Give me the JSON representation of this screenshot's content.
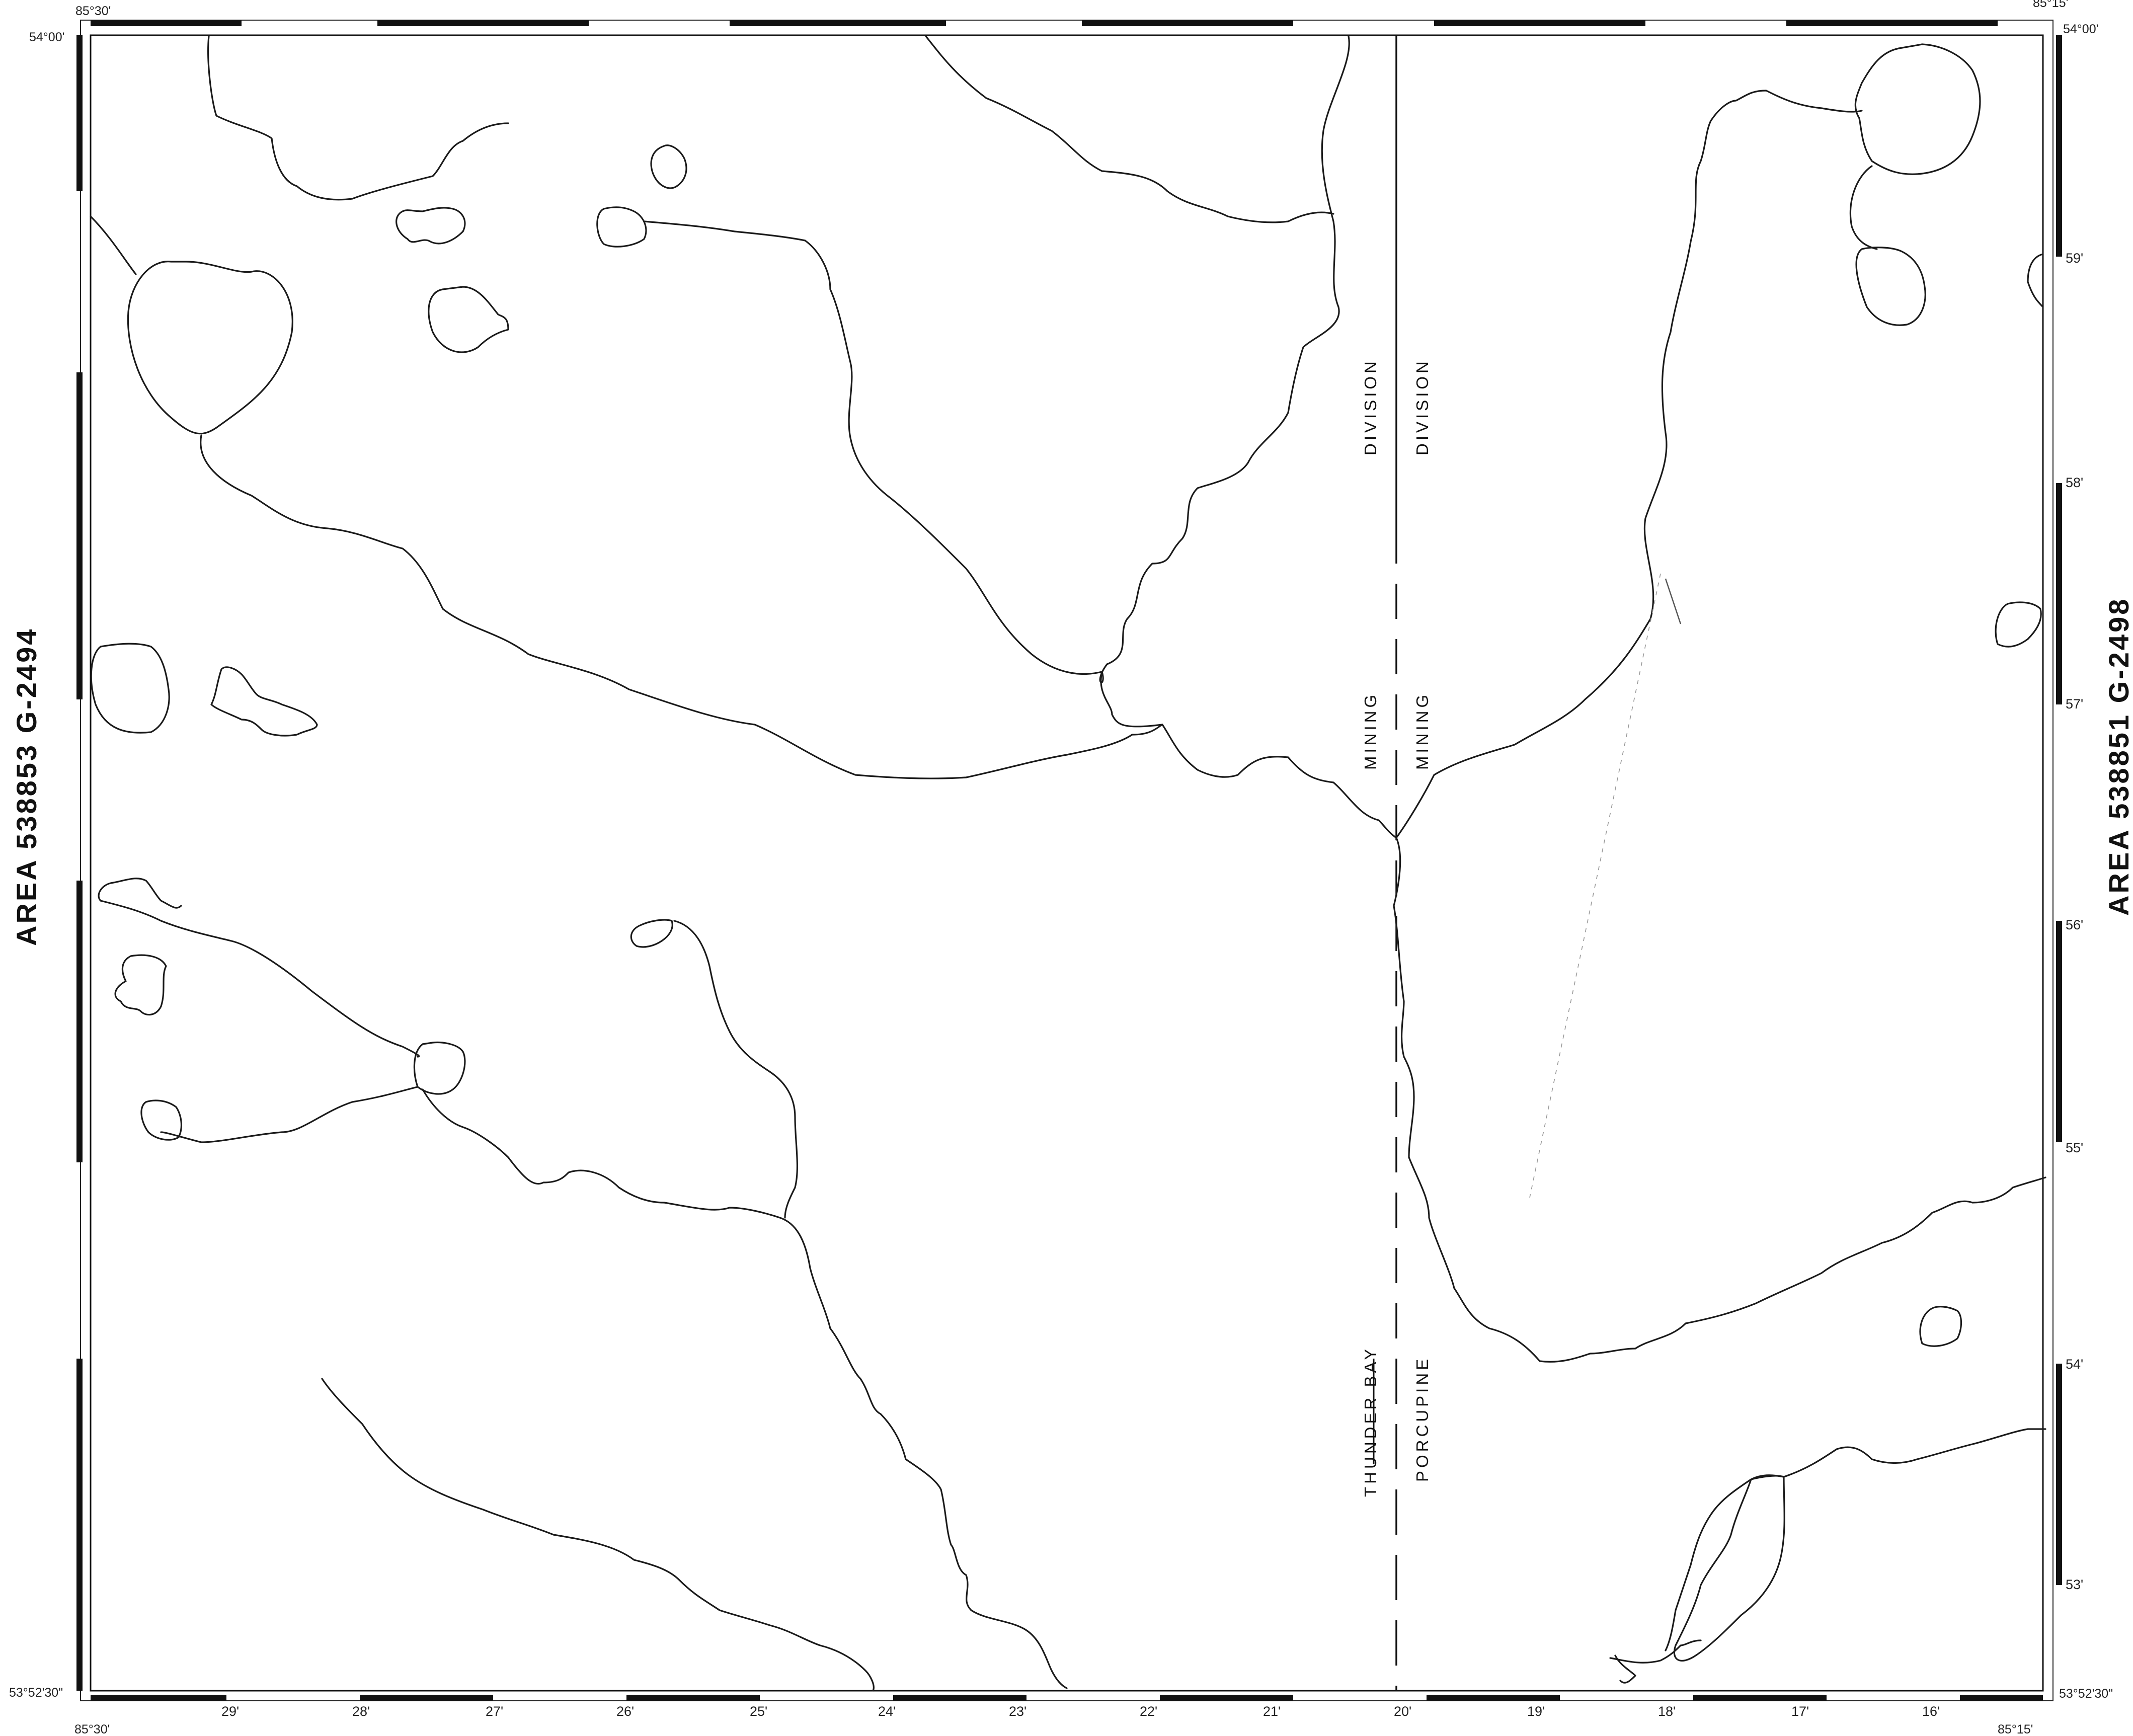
{
  "map": {
    "corners": {
      "top_left_long": "85°30'",
      "top_right_long": "85°15'",
      "top_left_lat": "54°00'",
      "top_right_lat": "54°00'",
      "bottom_left_lat": "53°52'30\"",
      "bottom_right_lat": "53°52'30\"",
      "bottom_left_long": "85°30'",
      "bottom_right_long": "85°15'"
    },
    "bottom_ticks": [
      "29'",
      "28'",
      "27'",
      "26'",
      "25'",
      "24'",
      "23'",
      "22'",
      "21'",
      "20'",
      "19'",
      "18'",
      "17'",
      "16'"
    ],
    "right_ticks": [
      "59'",
      "58'",
      "57'",
      "56'",
      "55'",
      "54'",
      "53'"
    ],
    "adjacent_areas": {
      "left": "AREA 538853  G-2494",
      "right": "AREA 538851  G-2498"
    },
    "division_labels": {
      "west_division": "DIVISION",
      "west_mining": "MINING",
      "west_name": "THUNDER BAY",
      "east_division": "DIVISION",
      "east_mining": "MINING",
      "east_name": "PORCUPINE"
    }
  }
}
